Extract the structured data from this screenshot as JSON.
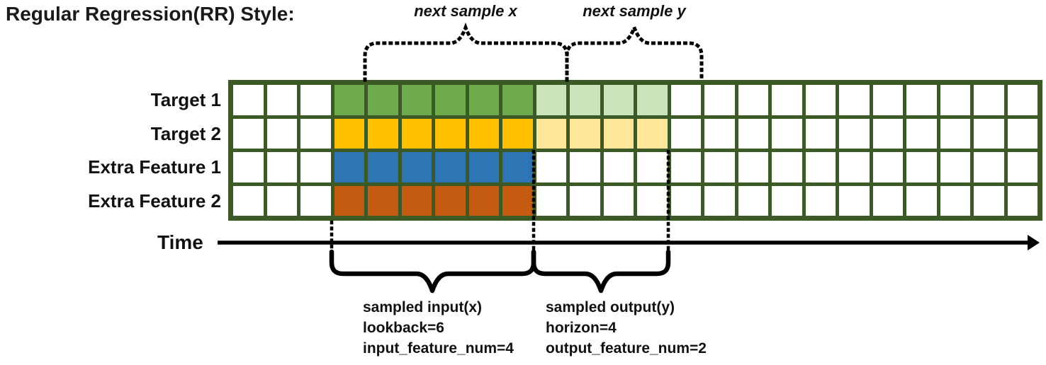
{
  "title": "Regular Regression(RR) Style:",
  "colors": {
    "grid_line": "#3c5a25",
    "annotation": "#000000",
    "text": "#111111",
    "target1_lookback": "#6dab4c",
    "target1_horizon": "#cbe3bb",
    "target2_lookback": "#ffc000",
    "target2_horizon": "#ffe699",
    "extra1_lookback": "#2e75b6",
    "extra2_lookback": "#c55a11",
    "empty_cell": "#ffffff"
  },
  "grid": {
    "columns": 24,
    "lookback_start_col": 3,
    "lookback": 6,
    "horizon": 4,
    "rows": [
      {
        "label": "Target 1",
        "lookback_color": "#6dab4c",
        "horizon_color": "#cbe3bb"
      },
      {
        "label": "Target 2",
        "lookback_color": "#ffc000",
        "horizon_color": "#ffe699"
      },
      {
        "label": "Extra Feature 1",
        "lookback_color": "#2e75b6",
        "horizon_color": null
      },
      {
        "label": "Extra Feature 2",
        "lookback_color": "#c55a11",
        "horizon_color": null
      }
    ]
  },
  "annotations": {
    "next_sample_x": "next sample x",
    "next_sample_y": "next sample y",
    "time_label": "Time",
    "input_block": [
      "sampled input(x)",
      "lookback=6",
      "input_feature_num=4"
    ],
    "output_block": [
      "sampled output(y)",
      "horizon=4",
      "output_feature_num=2"
    ]
  }
}
